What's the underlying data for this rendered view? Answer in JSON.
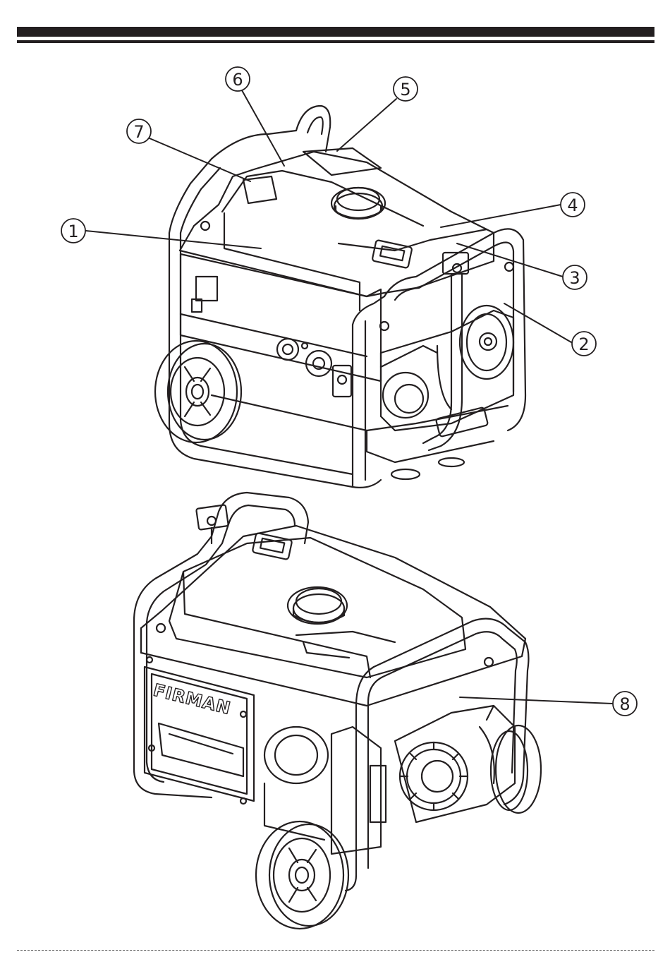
{
  "colors": {
    "ink": "#231f20",
    "paper": "#ffffff"
  },
  "callouts": [
    {
      "label": "1"
    },
    {
      "label": "2"
    },
    {
      "label": "3"
    },
    {
      "label": "4"
    },
    {
      "label": "5"
    },
    {
      "label": "6"
    },
    {
      "label": "7"
    },
    {
      "label": "8"
    }
  ],
  "brand_panel": {
    "logo_text": "FIRMAN"
  }
}
